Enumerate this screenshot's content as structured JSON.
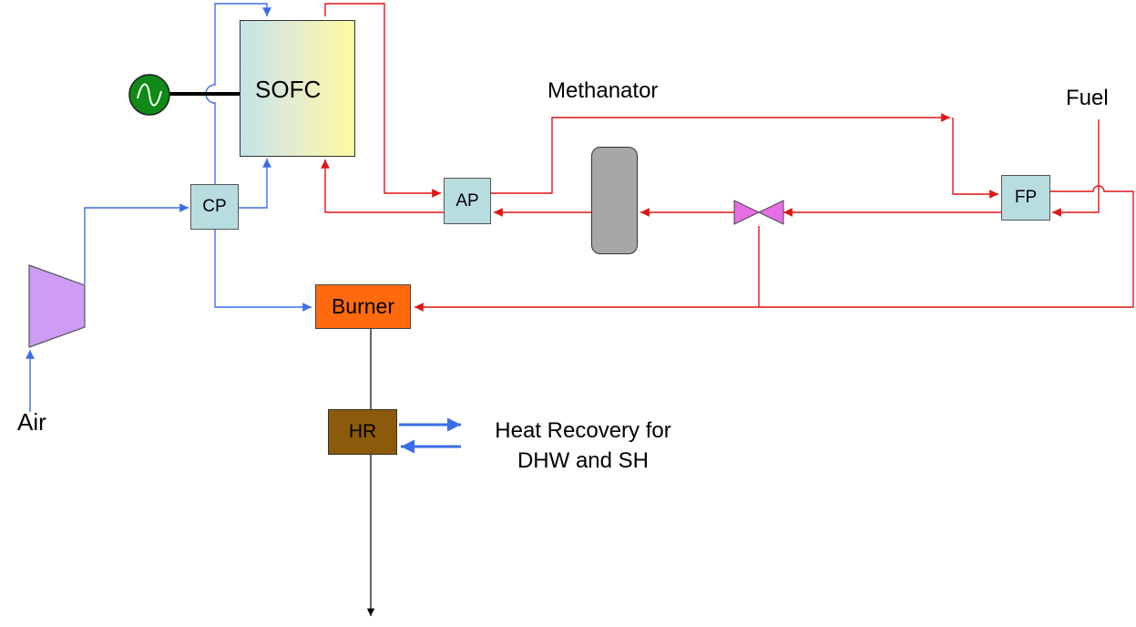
{
  "components": {
    "sofc": "SOFC",
    "compressor_preheater": "CP",
    "anode_preheater": "AP",
    "fuel_preheater": "FP",
    "burner": "Burner",
    "heat_recovery": "HR",
    "methanator": "Methanator"
  },
  "streams": {
    "air": "Air",
    "fuel": "Fuel"
  },
  "heat_output": {
    "line1": "Heat Recovery for",
    "line2": "DHW and SH"
  },
  "colors": {
    "air_line": "#3a6ee8",
    "fuel_line": "#e21414",
    "exhaust_line": "#000000",
    "heat_arrow": "#3a6ee8",
    "compressor": "#cf9cf5",
    "valve": "#e66ee6",
    "generator": "#0f8a16",
    "burner": "#ff6a0e",
    "heat_recovery": "#8c5a0b",
    "heat_exchanger": "#b8dde0",
    "methanator": "#a7a7a7"
  }
}
